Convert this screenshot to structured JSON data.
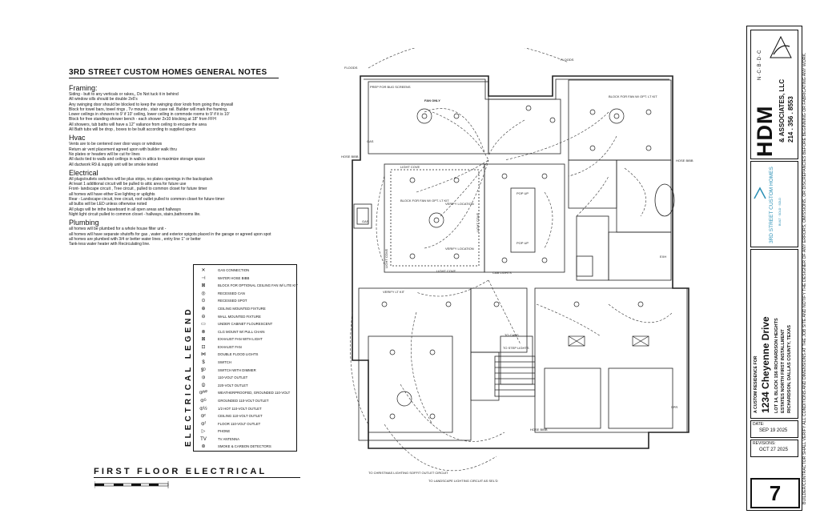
{
  "notes": {
    "title": "3RD STREET CUSTOM HOMES GENERAL NOTES",
    "sections": [
      {
        "heading": "Framing:",
        "lines": [
          "Siding - butt to any verticals or rakes,, Do Not tuck it in behind",
          "All window sills should be double 2x6's",
          "Any swinging door should be blocked to keep the swinging door knob from going thru drywall",
          "Block for towel bars, towel rings , Tv mounts , stair case rail.  Builder will mark the framing.",
          "Lower ceilings in showers to 9' if 10' ceiling, lower ceiling in commode rooms to 9' if it is 10'",
          "Block for free standing shower bench - each shower 2x10 blocking at 18\" from FFH",
          "All showers, tub baths will have a 12\" valiance from ceiling to encase the area",
          "All Bath tubs will be drop , boxes to be built according to supplied specs"
        ]
      },
      {
        "heading": "Hvac",
        "lines": [
          "Vents are to be centered over door ways or windows",
          "Return air vent placement agreed upon with builder walk thru",
          "No plates or headers will be cut for lines",
          "All ducts tied to walls and ceilings in walk in attics to maximize storage space",
          "All ductwork R9  & supply unit will be smoke tested"
        ]
      },
      {
        "heading": "Electrical",
        "lines": [
          "All plugs/outlets switches will be plus strips,  no plates openings in the backsplash",
          "At least 1 additional circuit will be pulled to attic area for future use",
          "Front- landscape circuit , Tree circuit , pulled to common closet for future timer",
          "all homes will have either Eve lighting or uplights",
          "Rear - Landscape circuit, tree circuit, roof outlet pulled to common closet for future timer",
          "all bulbs will be LED  unless otherwise noted",
          "All plugs will be inthe baseboard in all open areas and hallways",
          "Night light circuit pulled to common closet - hallways, stairs,bathrooms lite."
        ]
      },
      {
        "heading": "Plumbing",
        "lines": [
          "all homes will be plumbed for a whole house filter unit -",
          "all homes will have separate shutoffs for gas , water and exterior spigots placed in the garage or agreed upon spot",
          "all homes are plumbed with 3/4 or better water lines , entry line 1\" or better",
          "Tank-less water heater with Recirculating line."
        ]
      }
    ]
  },
  "legend": {
    "title": "ELECTRICAL LEGEND",
    "items": [
      {
        "sym": "✕",
        "label": "GAS CONNECTION",
        "icon": "gas-connection-icon"
      },
      {
        "sym": "⊣",
        "label": "WATER HOSE BIBB",
        "icon": "hose-bibb-icon"
      },
      {
        "sym": "⊠",
        "label": "BLOCK FOR OPTIONAL CEILING FAN W/ LITE KIT",
        "icon": "ceiling-fan-block-icon"
      },
      {
        "sym": "◎",
        "label": "RECESSED CAN",
        "icon": "recessed-can-icon"
      },
      {
        "sym": "⊙",
        "label": "RECESSED SPOT",
        "icon": "recessed-spot-icon"
      },
      {
        "sym": "⊕",
        "label": "CEILING MOUNTED FIXTURE",
        "icon": "ceiling-fixture-icon"
      },
      {
        "sym": "⊖",
        "label": "WALL MOUNTED FIXTURE",
        "icon": "wall-fixture-icon"
      },
      {
        "sym": "▭",
        "label": "UNDER CABINET FLOURESCENT",
        "icon": "under-cabinet-light-icon"
      },
      {
        "sym": "⊗",
        "label": "CLG MOUNT W/ PULL CHAIN",
        "icon": "pull-chain-fixture-icon"
      },
      {
        "sym": "⊠",
        "label": "EXHAUST FAN WITH LIGHT",
        "icon": "exhaust-fan-light-icon"
      },
      {
        "sym": "⊡",
        "label": "EXHAUST FAN",
        "icon": "exhaust-fan-icon"
      },
      {
        "sym": "⋈",
        "label": "DOUBLE FLOOD LIGHTS",
        "icon": "flood-lights-icon"
      },
      {
        "sym": "$",
        "label": "SWITCH",
        "icon": "switch-icon"
      },
      {
        "sym": "$ᴰ",
        "label": "SWITCH WITH DIMMER",
        "icon": "dimmer-switch-icon"
      },
      {
        "sym": "⦶",
        "label": "110-VOLT OUTLET",
        "icon": "outlet-110-icon"
      },
      {
        "sym": "⦷",
        "label": "220-VOLT OUTLET",
        "icon": "outlet-220-icon"
      },
      {
        "sym": "⦶ᵂᴾ",
        "label": "WEATHERPROOFED, GROUNDED 110-VOLT",
        "icon": "wp-outlet-icon"
      },
      {
        "sym": "⦶ᴳ",
        "label": "GROUNDED 110-VOLT OUTLET",
        "icon": "grounded-outlet-icon"
      },
      {
        "sym": "⦶½",
        "label": "1/2 HOT 110-VOLT OUTLET",
        "icon": "half-hot-outlet-icon"
      },
      {
        "sym": "⦶ᶜ",
        "label": "CEILING 110-VOLT OUTLET",
        "icon": "ceiling-outlet-icon"
      },
      {
        "sym": "⦶ᶠ",
        "label": "FLOOR 110-VOLT OUTLET",
        "icon": "floor-outlet-icon"
      },
      {
        "sym": "▷",
        "label": "PHONE",
        "icon": "phone-jack-icon"
      },
      {
        "sym": "TV",
        "label": "TV ANTENNA",
        "icon": "tv-antenna-icon"
      },
      {
        "sym": "⊛",
        "label": "SMOKE & CARBON DETECTORS",
        "icon": "smoke-detector-icon"
      }
    ]
  },
  "sheet": {
    "title": "FIRST FLOOR ELECTRICAL",
    "number": "7"
  },
  "plan_labels": {
    "floods_left": "FLOODS",
    "floods_right": "FLOODS",
    "prep_bug": "PREP FOR BUG SCREENS",
    "fan_only": "FAN ONLY",
    "block_fan_top": "BLOCK FOR FAN W/ OPT. LT KIT",
    "block_fan_mid": "BLOCK FOR FAN W/ OPT. LT KIT",
    "light_cove_top": "LIGHT COVE",
    "light_cove_left": "LIGHT COVE",
    "light_cove_right": "LIGHT COVE",
    "light_cove_bottom": "LIGHT COVE",
    "verify_location": "VERIFY LOCATION",
    "verify_location2": "VERIFY LOCATION",
    "pop_up": "POP UP",
    "pop_up2": "POP UP",
    "hose_bibb_left": "HOSE BIBB",
    "hose_bibb_right": "HOSE BIBB",
    "hose_bibb_bottom": "HOSE BIBB",
    "gas": "GAS",
    "gas2": "GAS",
    "cab_lights": "CAB LIGHTS",
    "exh": "EXH",
    "verify_lt_kit": "VERIFY LT KIT",
    "to_cans": "TO CANS",
    "to_step": "TO STEP LIGHTS",
    "spr": "SPR",
    "xmas": "TO CHRISTMAS LIGHTING SOFFIT OUTLET CIRCUIT",
    "landscape": "TO LANDSCAPE LIGHTING CIRCUIT AS SEL'D"
  },
  "titleblock": {
    "ncbdc": "N·C·B·D·C",
    "firm": "HDM",
    "firm_sub": "& ASSOCIATES, LLC",
    "phone": "214 . 356 . 8553",
    "builder_logo_main": "3RD STREET CUSTOM HOMES",
    "builder_logo_sub": "BUILT · SOLD · SOLD",
    "residence_for": "A CUSTOM RESIDENCE FOR",
    "address": "1234 Cheyenne Drive",
    "legal1": "LOT 14, BLOCK 156 RICHARDSON HEIGHTS",
    "legal2": "ESTATES NORTH FIRST INSTALLMENT",
    "city": "RICHARDSON, DALLAS COUNTY, TEXAS",
    "date_label": "DATE:",
    "date": "SEP 19 2025",
    "rev_label": "REVISIONS:",
    "rev": "OCT 27 2025"
  },
  "disclaimer": "BUILDER/CONTRACTOR SHALL VERIFY ALL CONDITIONS AND DIMENSIONS AT THE JOB SITE AND NOTIFY THE DESIGNER OF ANY ERRORS, OMISSIONS, OR DISCREPANCIES BEFORE BEGINNING OR FABRICATING ANY WORK."
}
